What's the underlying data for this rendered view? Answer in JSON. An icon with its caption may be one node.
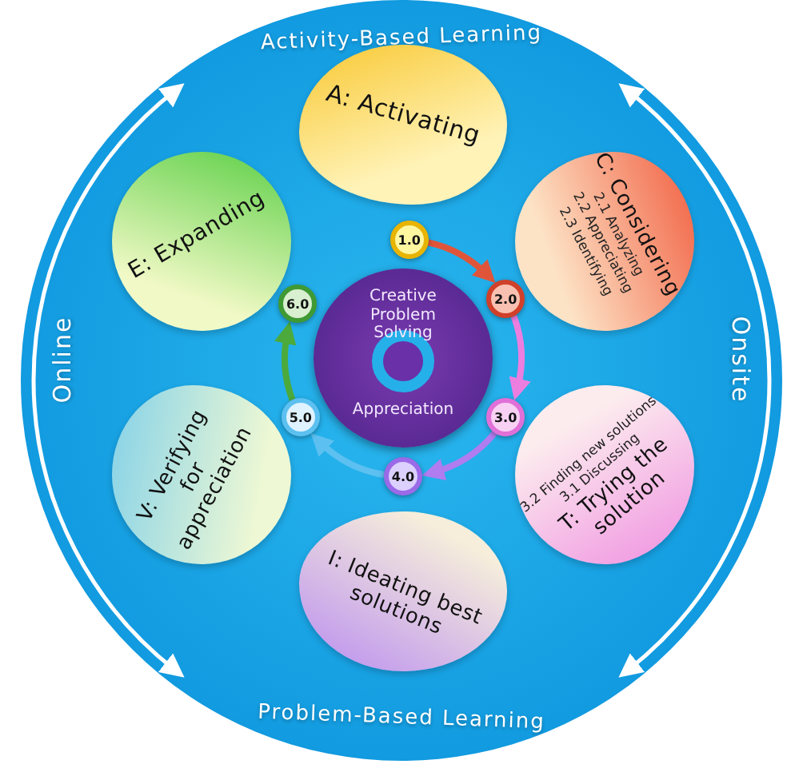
{
  "diagram": {
    "nodes": [
      {
        "text": [
          "Creative Problem Solving",
          "Appreciation"
        ]
      },
      {
        "text": [
          "A: Activating"
        ]
      },
      {
        "text": [
          "C: Considering",
          "2.1 Analyzing",
          "2.2 Appreciating",
          "2.3 Identifying"
        ]
      },
      {
        "text": [
          "T: Trying the solution",
          "3.1 Discussing",
          "3.2 Finding new solutions"
        ]
      },
      {
        "text": [
          "I: Ideating best solutions"
        ]
      },
      {
        "text": [
          "V: Verifying for appreciation"
        ]
      },
      {
        "text": [
          "E: Expanding"
        ]
      },
      {
        "text": [
          "1.0"
        ]
      },
      {
        "text": [
          "2.0"
        ]
      },
      {
        "text": [
          "3.0"
        ]
      },
      {
        "text": [
          "4.0"
        ]
      },
      {
        "text": [
          "5.0"
        ]
      },
      {
        "text": [
          "6.0"
        ]
      }
    ],
    "edges": [
      {
        "from": 7,
        "to": 8,
        "arrow": "to",
        "color": "#e0553a"
      },
      {
        "from": 8,
        "to": 9,
        "arrow": "to",
        "color": "#ec7ee0"
      },
      {
        "from": 9,
        "to": 10,
        "arrow": "to",
        "color": "#b07cf0"
      },
      {
        "from": 10,
        "to": 11,
        "arrow": "to",
        "color": "#5cc0f0"
      },
      {
        "from": 11,
        "to": 12,
        "arrow": "to",
        "color": "#4caa3c"
      }
    ],
    "labels": [
      "Activity-Based Learning",
      "Onsite",
      "Problem-Based Learning",
      "Online"
    ]
  }
}
